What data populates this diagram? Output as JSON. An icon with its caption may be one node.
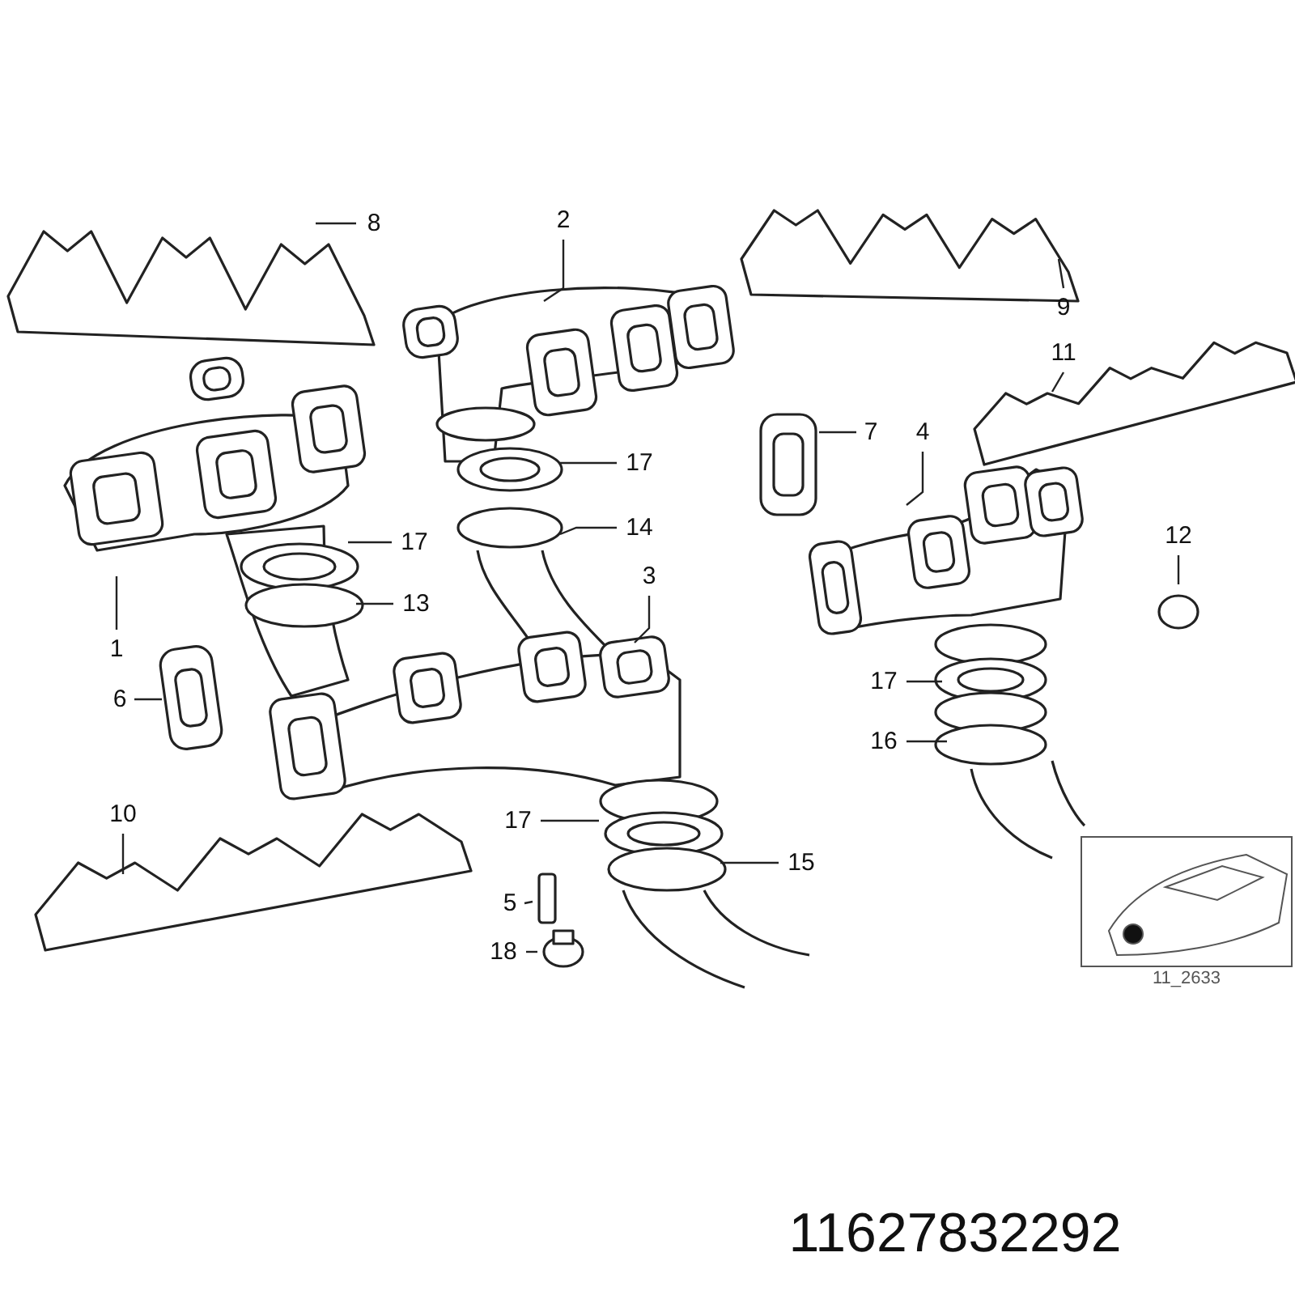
{
  "diagram": {
    "nodes": [
      {
        "text": [
          "8"
        ]
      },
      {
        "text": [
          "2"
        ]
      },
      {
        "text": [
          "9"
        ]
      },
      {
        "text": [
          "11"
        ]
      },
      {
        "text": [
          "7"
        ]
      },
      {
        "text": [
          "4"
        ]
      },
      {
        "text": [
          "17"
        ]
      },
      {
        "text": [
          "17"
        ]
      },
      {
        "text": [
          "14"
        ]
      },
      {
        "text": [
          "12"
        ]
      },
      {
        "text": [
          "13"
        ]
      },
      {
        "text": [
          "3"
        ]
      },
      {
        "text": [
          "1"
        ]
      },
      {
        "text": [
          "6"
        ]
      },
      {
        "text": [
          "17"
        ]
      },
      {
        "text": [
          "16"
        ]
      },
      {
        "text": [
          "10"
        ]
      },
      {
        "text": [
          "17"
        ]
      },
      {
        "text": [
          "15"
        ]
      },
      {
        "text": [
          "5"
        ]
      },
      {
        "text": [
          "18"
        ]
      }
    ],
    "edges": [
      {
        "from": 0,
        "to": null,
        "arrow": "none"
      },
      {
        "from": 1,
        "to": null,
        "arrow": "none"
      },
      {
        "from": 2,
        "to": null,
        "arrow": "none"
      },
      {
        "from": 3,
        "to": null,
        "arrow": "none"
      },
      {
        "from": 4,
        "to": null,
        "arrow": "none"
      },
      {
        "from": 5,
        "to": null,
        "arrow": "none"
      },
      {
        "from": 6,
        "to": null,
        "arrow": "none"
      },
      {
        "from": 7,
        "to": null,
        "arrow": "none"
      },
      {
        "from": 8,
        "to": null,
        "arrow": "none"
      },
      {
        "from": 9,
        "to": null,
        "arrow": "none"
      },
      {
        "from": 10,
        "to": null,
        "arrow": "none"
      },
      {
        "from": 11,
        "to": null,
        "arrow": "none"
      },
      {
        "from": 12,
        "to": null,
        "arrow": "none"
      },
      {
        "from": 13,
        "to": null,
        "arrow": "none"
      },
      {
        "from": 14,
        "to": null,
        "arrow": "none"
      },
      {
        "from": 15,
        "to": null,
        "arrow": "none"
      },
      {
        "from": 16,
        "to": null,
        "arrow": "none"
      },
      {
        "from": 17,
        "to": null,
        "arrow": "none"
      },
      {
        "from": 18,
        "to": null,
        "arrow": "none"
      },
      {
        "from": 19,
        "to": null,
        "arrow": "none"
      },
      {
        "from": 20,
        "to": null,
        "arrow": "none"
      }
    ],
    "labels": [
      "11_2633",
      "11627832292"
    ]
  }
}
